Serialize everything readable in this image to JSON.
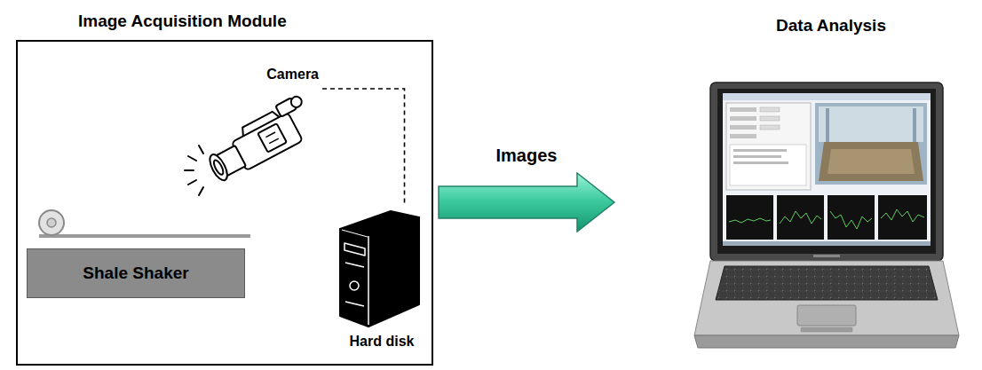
{
  "diagram": {
    "nodes": [
      {
        "text": [
          "Image Acquisition Module"
        ]
      },
      {
        "text": [
          "Camera"
        ],
        "in": 0
      },
      {
        "text": [
          "Shale Shaker"
        ],
        "in": 0
      },
      {
        "text": [
          "Hard disk"
        ],
        "in": 0
      },
      {
        "text": [
          "Data Analysis"
        ]
      }
    ],
    "edges": [
      {
        "from": 1,
        "to": 3,
        "arrow": "none"
      },
      {
        "from": 0,
        "to": 4,
        "label": "Images",
        "arrow": "to"
      }
    ]
  }
}
